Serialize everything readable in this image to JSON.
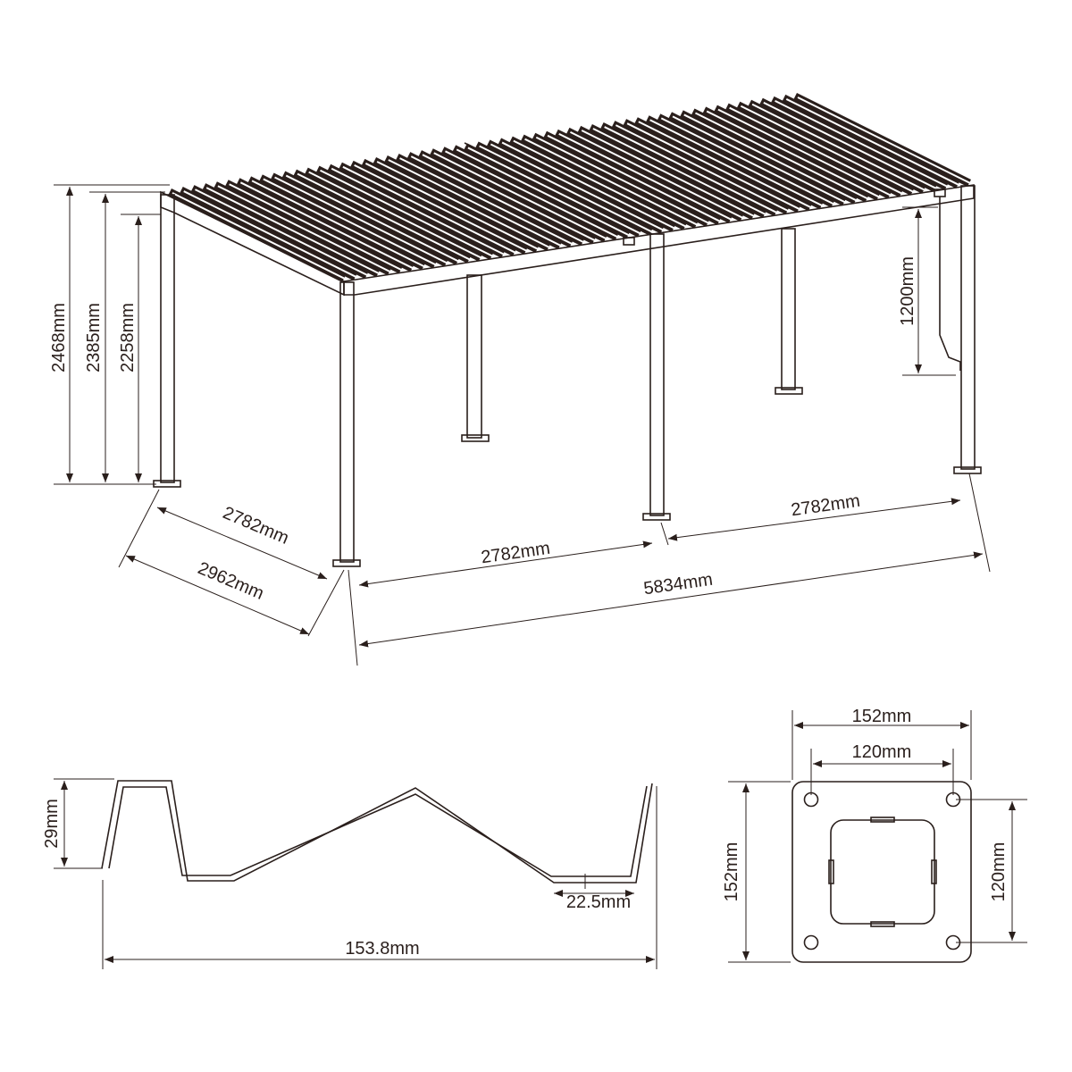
{
  "colors": {
    "ink": "#2a1f1c",
    "background": "#ffffff"
  },
  "pergola": {
    "heights": {
      "total": "2468mm",
      "beam_top": "2385mm",
      "clearance": "2258mm"
    },
    "crank_height": "1200mm",
    "depth_inner": "2782mm",
    "depth_outer": "2962mm",
    "bay_front": "2782mm",
    "bay_back": "2782mm",
    "length_total": "5834mm"
  },
  "louver_profile": {
    "height": "29mm",
    "flange": "22.5mm",
    "width": "153.8mm"
  },
  "base_plate": {
    "outer_width": "152mm",
    "hole_spacing_x": "120mm",
    "outer_height": "152mm",
    "hole_spacing_y": "120mm"
  }
}
